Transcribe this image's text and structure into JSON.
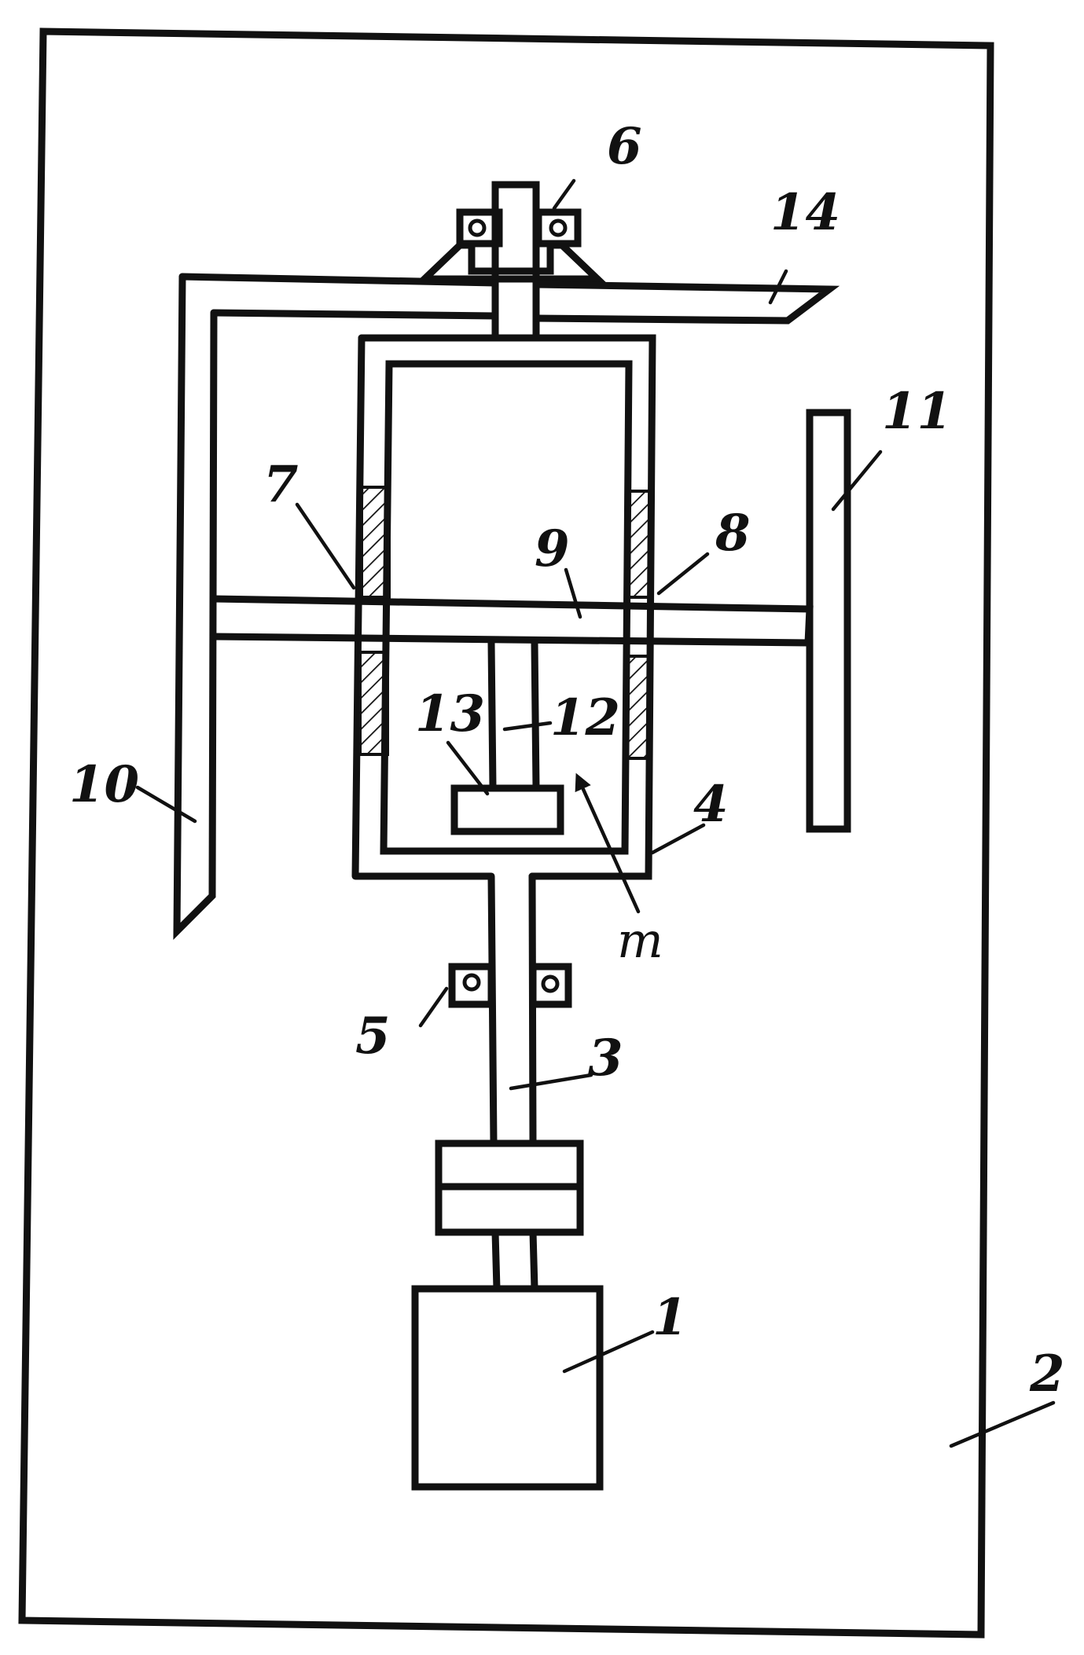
{
  "figure": {
    "labels": {
      "motor": "1",
      "panel": "2",
      "shaft": "3",
      "housing": "4",
      "lower_bearing": "5",
      "upper_bearing": "6",
      "left_bushing": "7",
      "right_bushing": "8",
      "crossbar": "9",
      "left_arm": "10",
      "right_arm": "11",
      "rod": "12",
      "weight": "13",
      "top_blade": "14",
      "arrow": "m"
    }
  }
}
